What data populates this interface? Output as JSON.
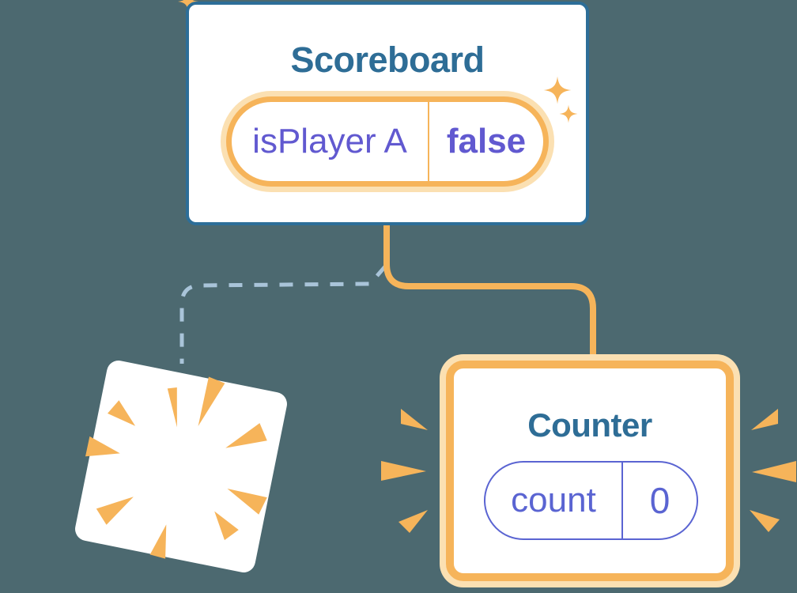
{
  "scoreboard": {
    "title": "Scoreboard",
    "state": {
      "label": "isPlayer A",
      "value": "false"
    }
  },
  "counter": {
    "title": "Counter",
    "state": {
      "label": "count",
      "value": "0"
    }
  },
  "icons": {
    "sparkles": "sparkle-stars",
    "burst": "poof-burst-rays",
    "emphasis": "highlight-dashes"
  },
  "colors": {
    "background": "#4C6970",
    "card_background": "#FFFFFF",
    "scoreboard_border": "#2D6E98",
    "heading_text": "#2E6D96",
    "orange": "#F6B45A",
    "orange_halo": "#FBE0B2",
    "state_text": "#6159D0",
    "counter_pill_border": "#5A64D2",
    "counter_text": "#5A64D2",
    "dashed_connector": "#A9C4D9"
  }
}
